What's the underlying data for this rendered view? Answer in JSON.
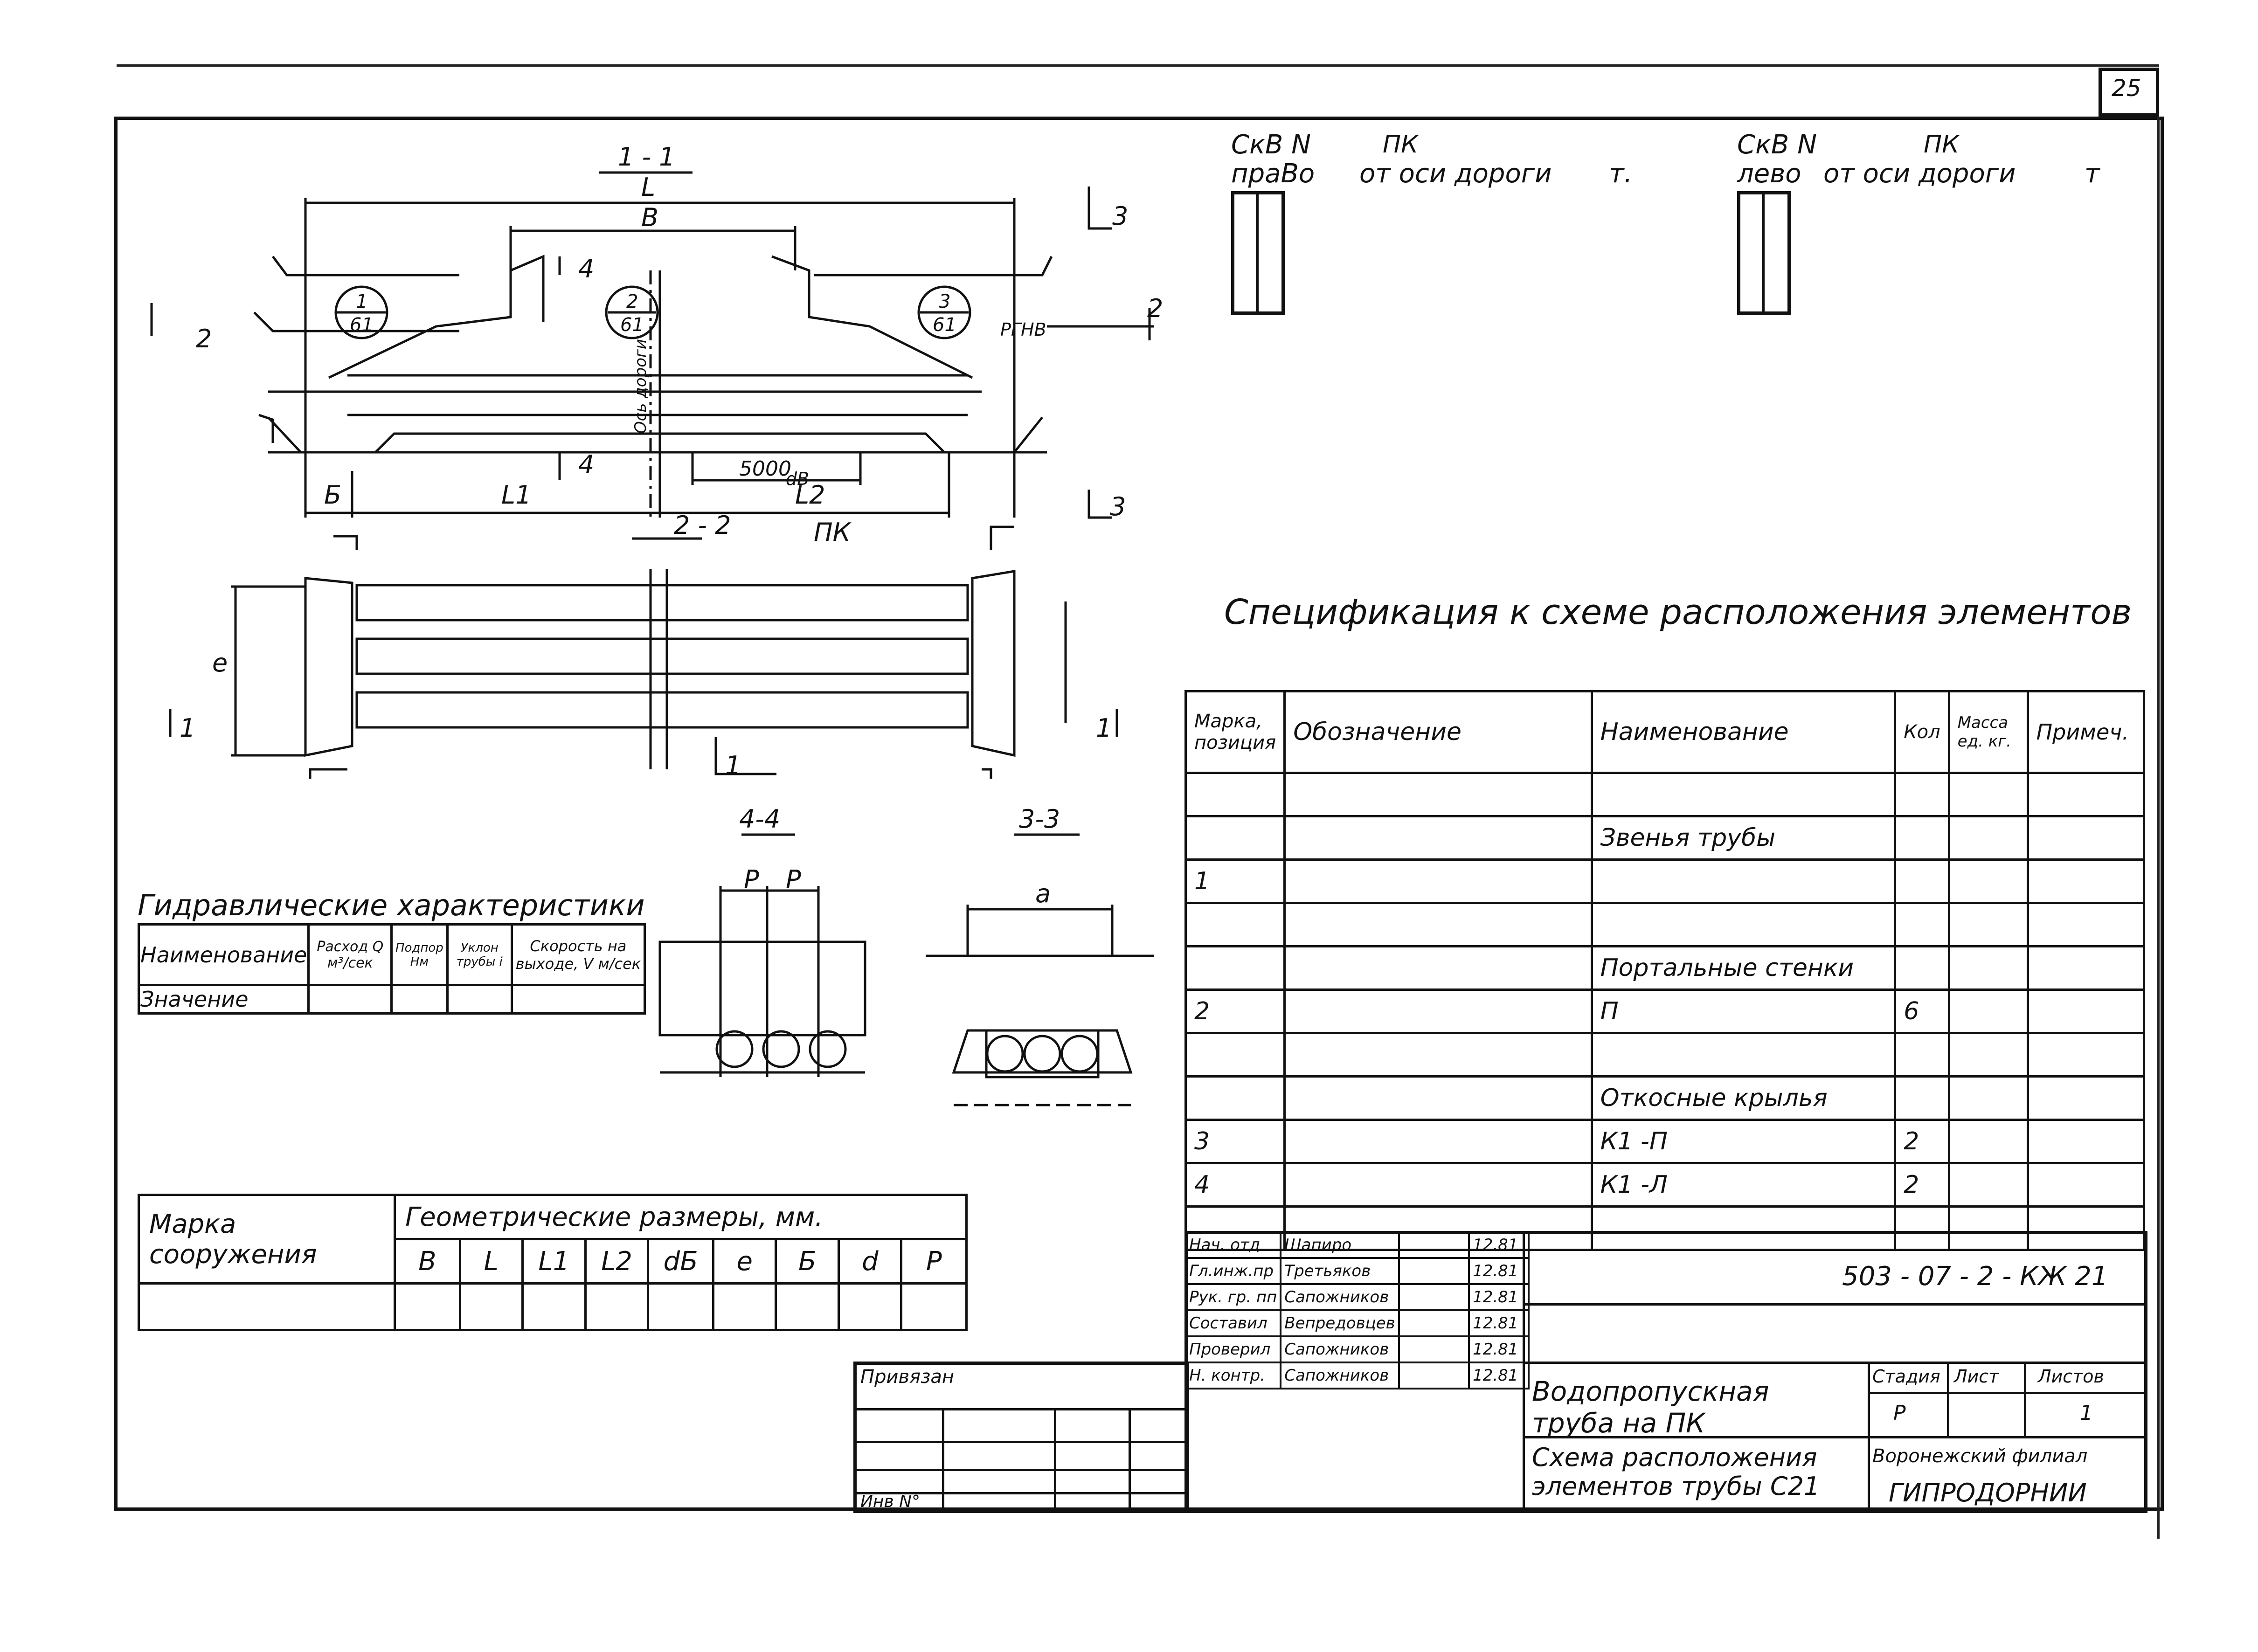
{
  "sheet": {
    "page_number": "25"
  },
  "heads": {
    "right_label_1": "СкВ N",
    "right_label_1_line2": "праВо",
    "pk_1": "ПК",
    "from_axis_1": "от оси дороги",
    "m_1": "т.",
    "left_label_2": "СкВ N",
    "left_label_2_line2": "лево",
    "pk_2": "ПК",
    "from_axis_2": "от оси дороги",
    "m_2": "т"
  },
  "section_labels": {
    "s11": "1 - 1",
    "s22": "2 - 2",
    "s44": "4-4",
    "s33": "3-3"
  },
  "dim_labels": {
    "L": "L",
    "B": "В",
    "L1": "L1",
    "L2": "L2",
    "b": "Б",
    "d5000": "5000",
    "pk": "ПК",
    "a": "а",
    "e": "е",
    "p": "Р",
    "rgv": "РГНВ",
    "db": "dВ",
    "os_dorogi": "Ось дороги",
    "circle1_top": "1",
    "circle1_bot": "61",
    "circle2_top": "2",
    "circle2_bot": "61",
    "circle3_top": "3",
    "circle3_bot": "61",
    "n2": "2",
    "n3": "3",
    "n4": "4",
    "n1": "1"
  },
  "spec": {
    "title": "Спецификация к схеме расположения элементов",
    "headers": [
      "Марка, позиция",
      "Обозначение",
      "Наименование",
      "Кол",
      "Масса ед. кг.",
      "Примеч."
    ],
    "rows": [
      [
        "",
        "",
        "",
        "",
        "",
        ""
      ],
      [
        "",
        "",
        "Звенья трубы",
        "",
        "",
        ""
      ],
      [
        "1",
        "",
        "",
        "",
        "",
        ""
      ],
      [
        "",
        "",
        "",
        "",
        "",
        ""
      ],
      [
        "",
        "",
        "Портальные стенки",
        "",
        "",
        ""
      ],
      [
        "2",
        "",
        "П",
        "6",
        "",
        ""
      ],
      [
        "",
        "",
        "",
        "",
        "",
        ""
      ],
      [
        "",
        "",
        "Откосные крылья",
        "",
        "",
        ""
      ],
      [
        "3",
        "",
        "К1 -П",
        "2",
        "",
        ""
      ],
      [
        "4",
        "",
        "К1 -Л",
        "2",
        "",
        ""
      ],
      [
        "",
        "",
        "",
        "",
        "",
        ""
      ]
    ]
  },
  "hydraulic": {
    "title": "Гидравлические характеристики",
    "headers": [
      "Наименование",
      "Расход Q м³/сек",
      "Подпор Нм",
      "Уклон трубы i",
      "Скорость на выходе, V м/сек"
    ],
    "row_label": "Значение"
  },
  "geometry": {
    "mark_label": "Марка сооружения",
    "group_label": "Геометрические размеры, мм.",
    "columns": [
      "В",
      "L",
      "L1",
      "L2",
      "dБ",
      "е",
      "Б",
      "d",
      "Р"
    ]
  },
  "stamp": {
    "doc_code": "503 - 07 - 2 - КЖ 21",
    "roles": [
      "Нач. отд",
      "Гл.инж.пр",
      "Рук. гр. пп",
      "Составил",
      "Проверил",
      "Н. контр."
    ],
    "names": [
      "Шапиро",
      "Третьяков",
      "Сапожников",
      "Вепредовцев",
      "Сапожников",
      "Сапожников"
    ],
    "dates": [
      "12.81",
      "12.81",
      "12.81",
      "12.81",
      "12.81",
      "12.81"
    ],
    "title_1": "Водопропускная труба на ПК",
    "title_2": "Схема расположения элементов трубы С21",
    "stage_label": "Стадия",
    "sheet_label": "Лист",
    "sheets_label": "Листов",
    "stage": "Р",
    "sheets": "1",
    "org_1": "Воронежский филиал",
    "org_2": "ГИПРОДОРНИИ",
    "attached": "Привязан",
    "inv": "Инв N°"
  }
}
